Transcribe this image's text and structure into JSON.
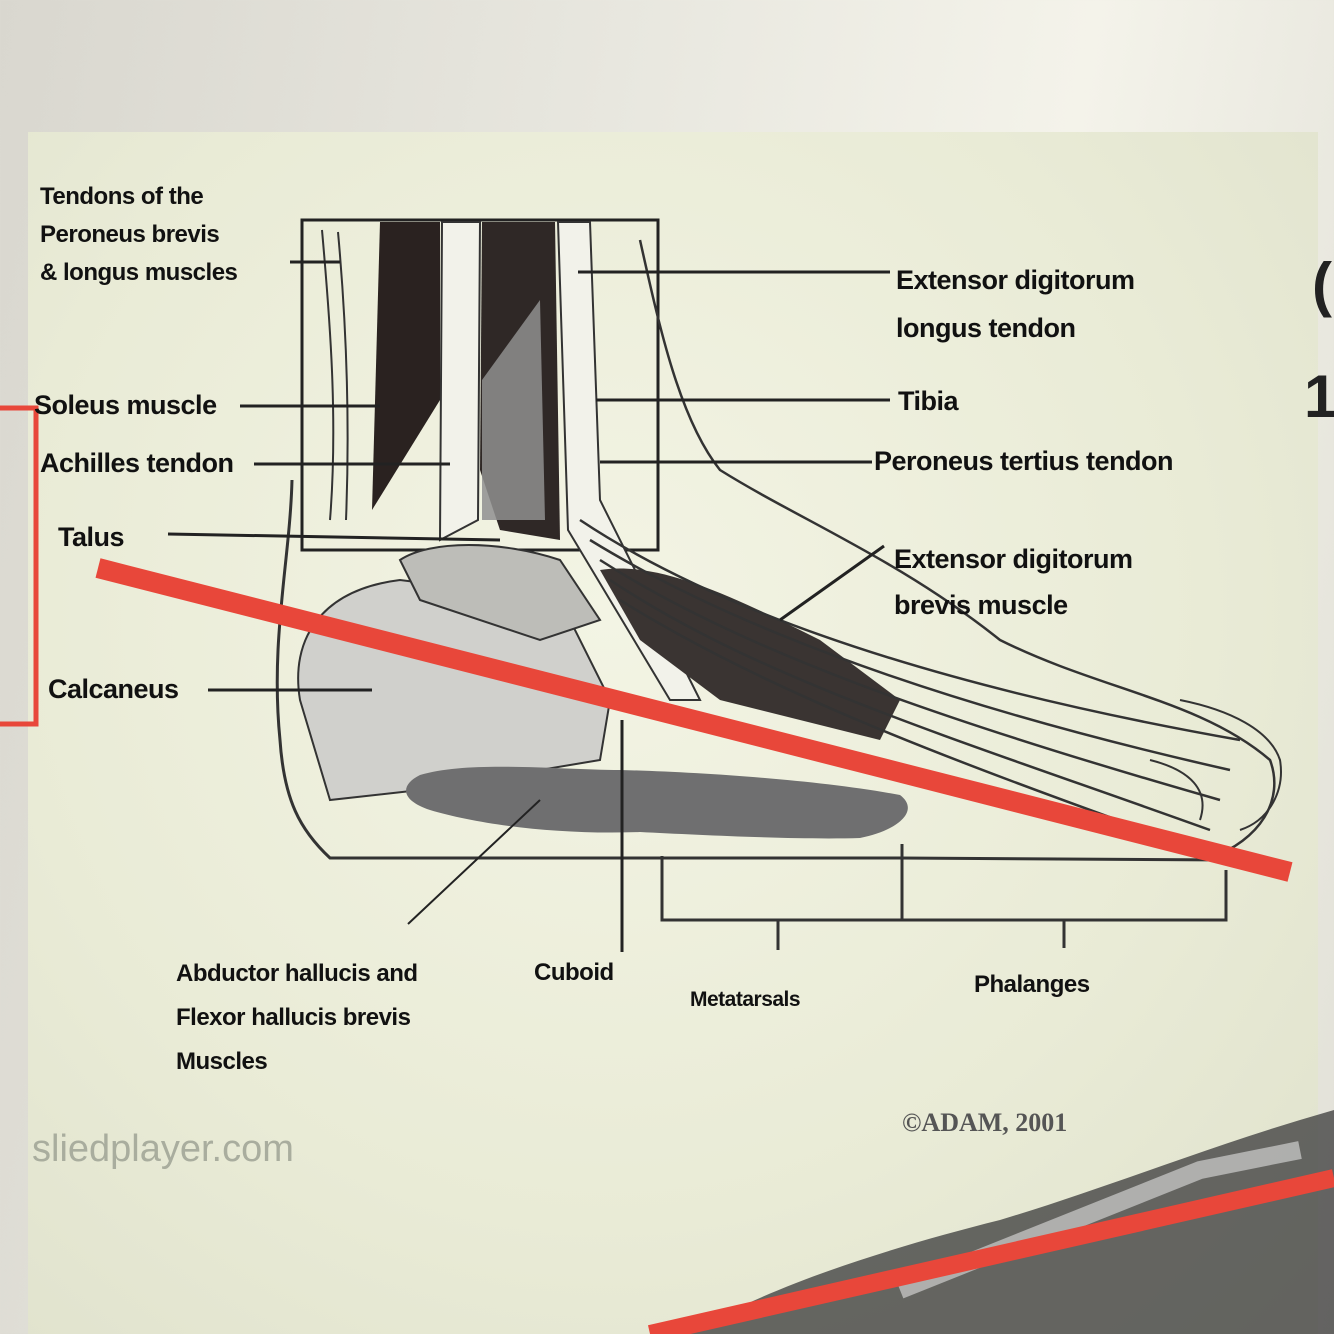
{
  "labels": {
    "tendons_peroneus": [
      "Tendons of the",
      "Peroneus brevis",
      "& longus muscles"
    ],
    "extensor_digitorum_longus": [
      "Extensor digitorum",
      "longus tendon"
    ],
    "tibia": "Tibia",
    "soleus": "Soleus muscle",
    "achilles": "Achilles tendon",
    "peroneus_tertius": "Peroneus tertius tendon",
    "talus": "Talus",
    "extensor_digitorum_brevis": [
      "Extensor digitorum",
      "brevis muscle"
    ],
    "calcaneus": "Calcaneus",
    "abductor_hallucis": [
      "Abductor hallucis and",
      "Flexor hallucis brevis",
      "Muscles"
    ],
    "cuboid": "Cuboid",
    "metatarsals": "Metatarsals",
    "phalanges": "Phalanges"
  },
  "copyright": "©ADAM, 2001",
  "watermark": "sliedplayer.com",
  "edge_glyphs": [
    "(",
    "1"
  ],
  "colors": {
    "annotation_line": "#e8473a",
    "muscle_dark": "#2a2220",
    "tissue_gray": "#8f8f8f",
    "bone_light": "#d4d4d0"
  }
}
